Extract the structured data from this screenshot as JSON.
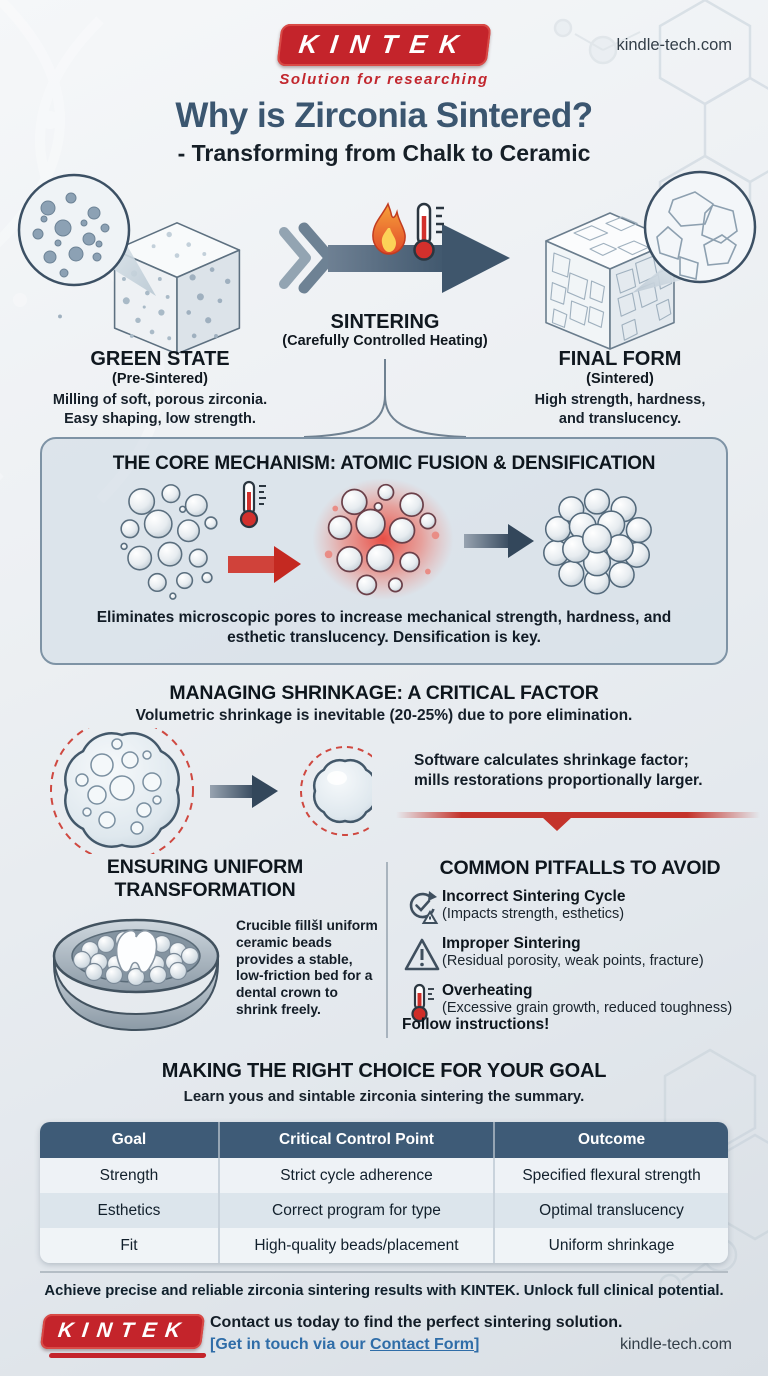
{
  "header": {
    "logo_text": "KINTEK",
    "logo_tagline": "Solution for researching",
    "website": "kindle-tech.com"
  },
  "title": "Why is Zirconia Sintered?",
  "subtitle": "- Transforming from Chalk to Ceramic",
  "process": {
    "green_state": {
      "title": "GREEN STATE",
      "sub": "(Pre-Sintered)",
      "desc_line1": "Milling of soft, porous zirconia.",
      "desc_line2": "Easy shaping, low strength."
    },
    "sintering": {
      "title": "SINTERING",
      "sub": "(Carefully Controlled Heating)"
    },
    "final_form": {
      "title": "FINAL FORM",
      "sub": "(Sintered)",
      "desc_line1": "High strength, hardness,",
      "desc_line2": "and translucency."
    }
  },
  "core": {
    "title": "THE CORE MECHANISM: ATOMIC FUSION & DENSIFICATION",
    "caption": "Eliminates microscopic pores to increase mechanical strength, hardness, and esthetic translucency. Densification is key."
  },
  "shrinkage": {
    "title": "MANAGING SHRINKAGE: A CRITICAL FACTOR",
    "subtitle": "Volumetric shrinkage is inevitable (20-25%) due to pore elimination.",
    "note_line1": "Software calculates shrinkage factor;",
    "note_line2": "mills restorations proportionally larger."
  },
  "uniform": {
    "title_line1": "ENSURING UNIFORM",
    "title_line2": "TRANSFORMATION",
    "desc": "Crucible fillšl uniform ceramic beads provides a stable, low-friction bed for a dental crown to shrink freely."
  },
  "pitfalls": {
    "title": "COMMON PITFALLS TO AVOID",
    "items": [
      {
        "icon": "sintering-cycle-gauge-icon",
        "title": "Incorrect Sintering Cycle",
        "desc": "(Impacts strength, esthetics)"
      },
      {
        "icon": "warning-triangle-icon",
        "title": "Improper Sintering",
        "desc": "(Residual porosity, weak points, fracture)"
      },
      {
        "icon": "thermometer-icon",
        "title": "Overheating",
        "desc": "(Excessive grain growth, reduced toughness)"
      }
    ],
    "footer": "Follow instructions!"
  },
  "choice": {
    "title": "MAKING THE RIGHT CHOICE FOR YOUR GOAL",
    "subtitle": "Learn yous and sintable zirconia sintering the summary."
  },
  "table": {
    "columns": [
      "Goal",
      "Critical Control Point",
      "Outcome"
    ],
    "rows": [
      [
        "Strength",
        "Strict cycle adherence",
        "Specified flexural strength"
      ],
      [
        "Esthetics",
        "Correct program for type",
        "Optimal translucency"
      ],
      [
        "Fit",
        "High-quality beads/placement",
        "Uniform shrinkage"
      ]
    ]
  },
  "footer": {
    "tagline": "Achieve precise and reliable zirconia sintering results with KINTEK. Unlock full clinical potential.",
    "logo_text": "KINTEK",
    "contact_line": "Contact us today to find the perfect sintering solution.",
    "link_prefix": "[Get in touch via our ",
    "link_text": "Contact Form",
    "link_suffix": "]",
    "website": "kindle-tech.com"
  },
  "colors": {
    "accent_red": "#c4242b",
    "title_blue": "#3b5670",
    "table_header_blue": "#3e5b77",
    "link_blue": "#2f6da8",
    "arrow_slate": "#41586e"
  }
}
